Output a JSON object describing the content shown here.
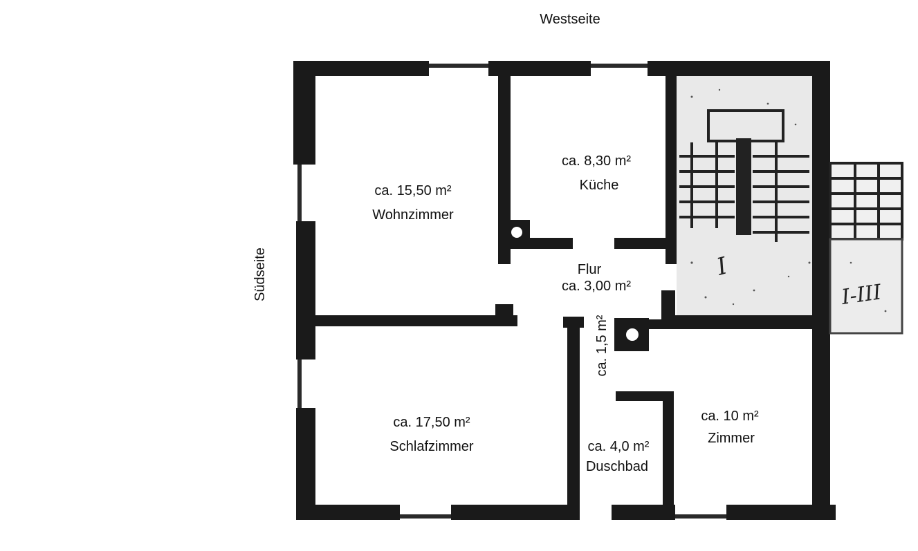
{
  "orientation": {
    "west": "Westseite",
    "south": "Südseite"
  },
  "rooms": {
    "wohnzimmer": {
      "area": "ca. 15,50 m²",
      "name": "Wohnzimmer"
    },
    "kueche": {
      "area": "ca. 8,30 m²",
      "name": "Küche"
    },
    "flur": {
      "name": "Flur",
      "area": "ca. 3,00 m²"
    },
    "flur_nische": {
      "area": "ca. 1,5 m²"
    },
    "schlafzimmer": {
      "area": "ca. 17,50 m²",
      "name": "Schlafzimmer"
    },
    "duschbad": {
      "area": "ca. 4,0 m²",
      "name": "Duschbad"
    },
    "zimmer": {
      "area": "ca. 10 m²",
      "name": "Zimmer"
    }
  },
  "stair_marks": {
    "left": "I",
    "right": "I-III"
  }
}
